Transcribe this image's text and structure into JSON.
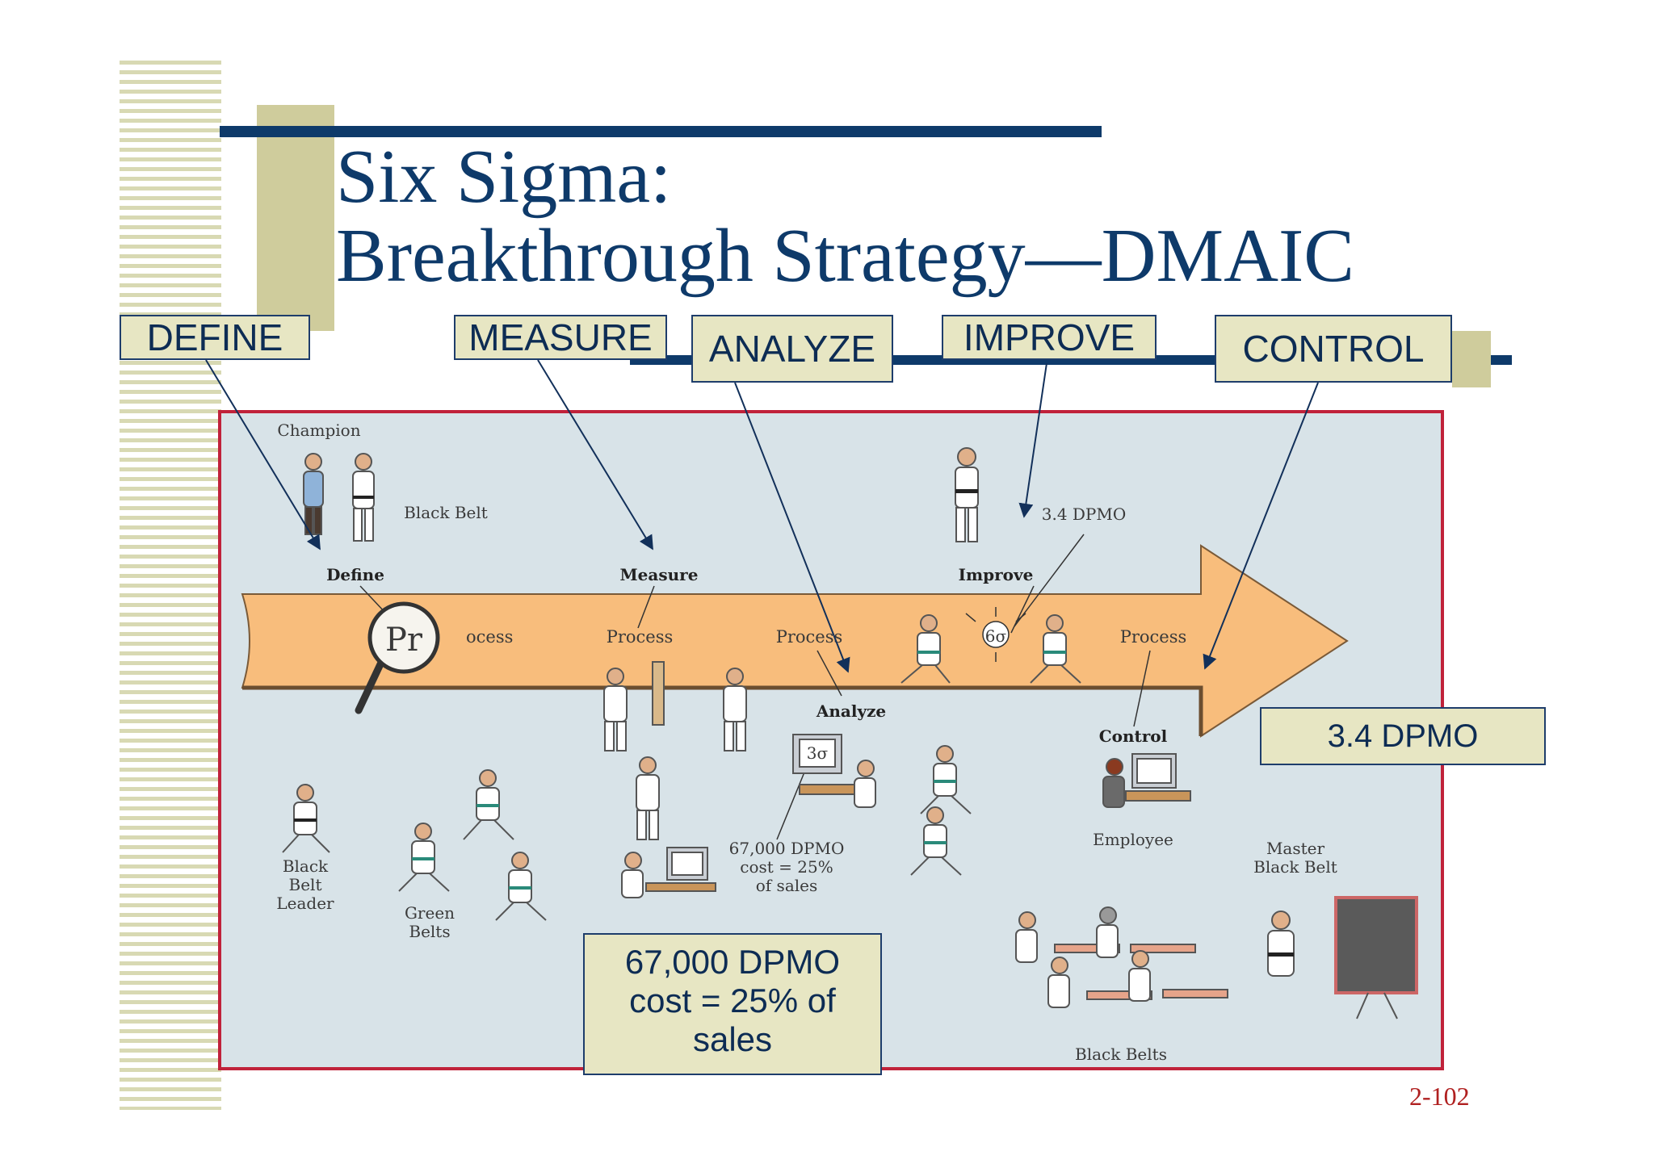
{
  "slide": {
    "title_line1": "Six Sigma:",
    "title_line2": "Breakthrough Strategy—DMAIC",
    "page_number": "2-102"
  },
  "phases": [
    "DEFINE",
    "MEASURE",
    "ANALYZE",
    "IMPROVE",
    "CONTROL"
  ],
  "callouts": {
    "improve_target": "3.4 DPMO",
    "baseline_line1": "67,000 DPMO",
    "baseline_line2": "cost = 25% of",
    "baseline_line3": "sales"
  },
  "illustration": {
    "steps": [
      "Define",
      "Measure",
      "Improve",
      "Analyze",
      "Control"
    ],
    "process_label": "Process",
    "define_process_label": "ocess",
    "magnifier_text": "Pr",
    "six_sigma_symbol": "6σ",
    "roles": {
      "champion": "Champion",
      "black_belt": "Black Belt",
      "black_belt_leader": [
        "Black",
        "Belt",
        "Leader"
      ],
      "green_belts": [
        "Green",
        "Belts"
      ],
      "employee": "Employee",
      "master_black_belt": [
        "Master",
        "Black Belt"
      ],
      "black_belts": "Black Belts"
    },
    "improve_dpmo": "3.4 DPMO",
    "monitor_text": "3σ",
    "analyze_note": [
      "67,000 DPMO",
      "cost = 25%",
      "of sales"
    ]
  },
  "colors": {
    "navy": "#0e3a6a",
    "khaki": "#cfcc9c",
    "callout_fill": "#e7e6c3",
    "panel_fill": "#d8e3e8",
    "panel_border": "#c0223a",
    "arrow_fill": "#f8bd7c"
  }
}
